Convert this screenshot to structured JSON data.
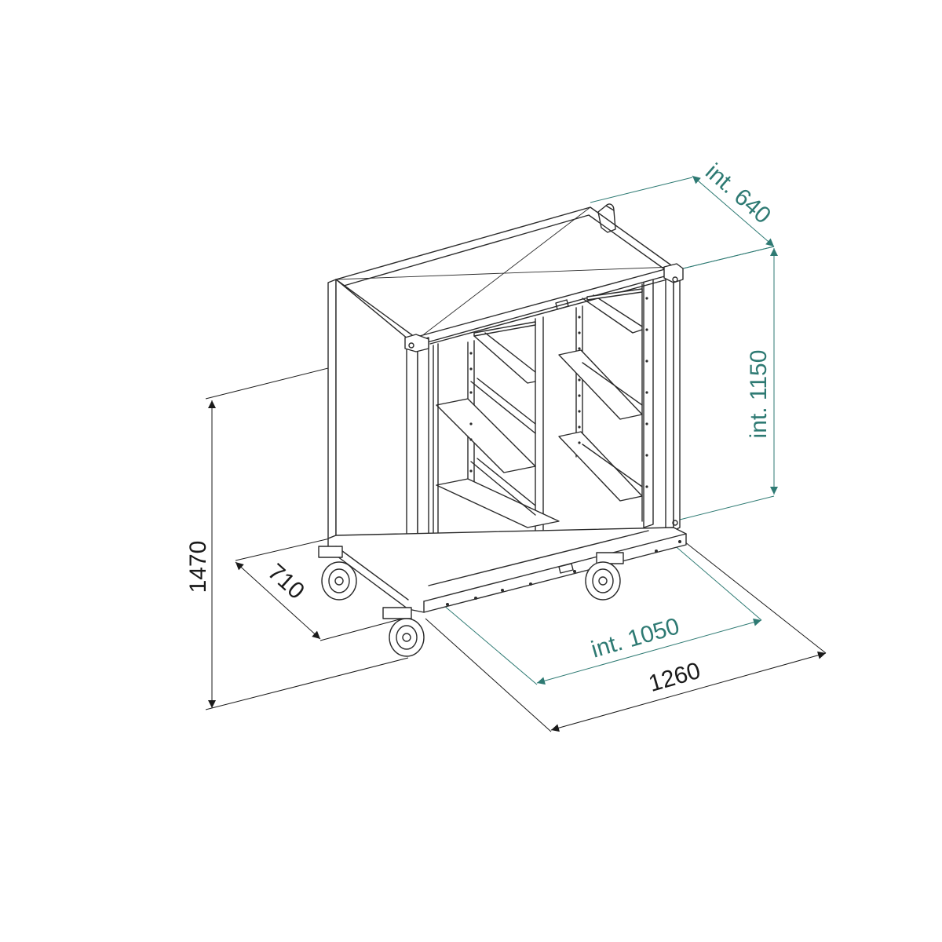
{
  "dimensions": {
    "height_overall": "1470",
    "depth_overall": "710",
    "width_overall": "1260",
    "depth_internal": "int. 640",
    "height_internal": "int. 1150",
    "width_internal": "int. 1050"
  },
  "colors": {
    "line": "#2a2a2a",
    "dimension_dark": "#1a1a1a",
    "dimension_teal": "#2e7a73",
    "background": "#ffffff"
  }
}
